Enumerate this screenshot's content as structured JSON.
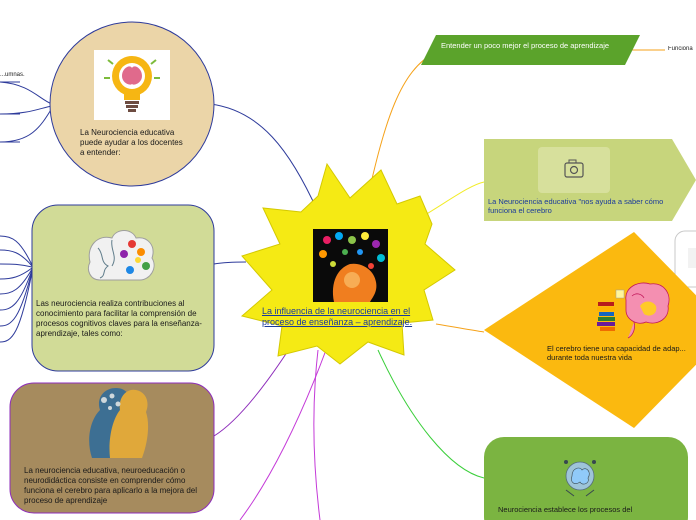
{
  "central": {
    "title": "La influencia de la neurociencia en el proceso de enseñanza – aprendizaje."
  },
  "left_nodes": [
    {
      "text": "La Neurociencia educativa puede ayudar a los docentes a entender:",
      "icon": "lightbulb-brain-icon"
    },
    {
      "text": "Las neurociencia realiza contribuciones al conocimiento para facilitar la comprensión de procesos cognitivos claves para la enseñanza-aprendizaje, tales como:",
      "icon": "colorful-brain-icon"
    },
    {
      "text": "La neurociencia educativa, neuroeducación o neurodidáctica consiste en comprender cómo funciona el cerebro para aplicarlo a la mejora del proceso de aprendizaje",
      "icon": "two-heads-icon"
    }
  ],
  "right_nodes": [
    {
      "text": "Entender un poco mejor el proceso de aprendizaje",
      "child": "Funciona"
    },
    {
      "text": "La Neurociencia educativa \"nos ayuda a saber cómo funciona el cerebro",
      "icon": "camera-icon"
    },
    {
      "text": "El cerebro tiene una capacidad de adap... durante toda nuestra vida",
      "icon": "brain-books-icon"
    },
    {
      "text": "Neurociencia establece los procesos del",
      "icon": "brain-tools-icon"
    }
  ],
  "edge_labels": [
    "...umnas."
  ],
  "colors": {
    "star": "#f5ea14",
    "node1": "#ebd5a8",
    "node2": "#d1db97",
    "node3": "#a68b5e",
    "green_parallelogram": "#5ba32b",
    "green_camera_box": "#c7d57c",
    "diamond": "#fbb90f",
    "green_rounded": "#7bb441"
  }
}
